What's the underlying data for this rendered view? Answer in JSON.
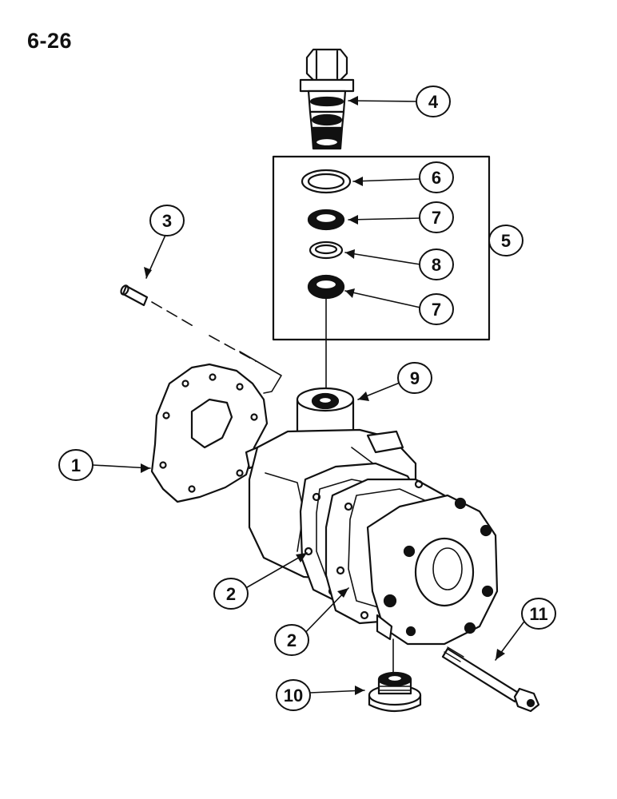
{
  "page": {
    "number": "6-26"
  },
  "callouts": [
    {
      "id": "c1",
      "label": "1"
    },
    {
      "id": "c2a",
      "label": "2"
    },
    {
      "id": "c2b",
      "label": "2"
    },
    {
      "id": "c3",
      "label": "3"
    },
    {
      "id": "c4",
      "label": "4"
    },
    {
      "id": "c5",
      "label": "5"
    },
    {
      "id": "c6",
      "label": "6"
    },
    {
      "id": "c7a",
      "label": "7"
    },
    {
      "id": "c7b",
      "label": "7"
    },
    {
      "id": "c8",
      "label": "8"
    },
    {
      "id": "c9",
      "label": "9"
    },
    {
      "id": "c10",
      "label": "10"
    },
    {
      "id": "c11",
      "label": "11"
    }
  ],
  "colors": {
    "ink": "#111111",
    "paper": "#ffffff"
  }
}
